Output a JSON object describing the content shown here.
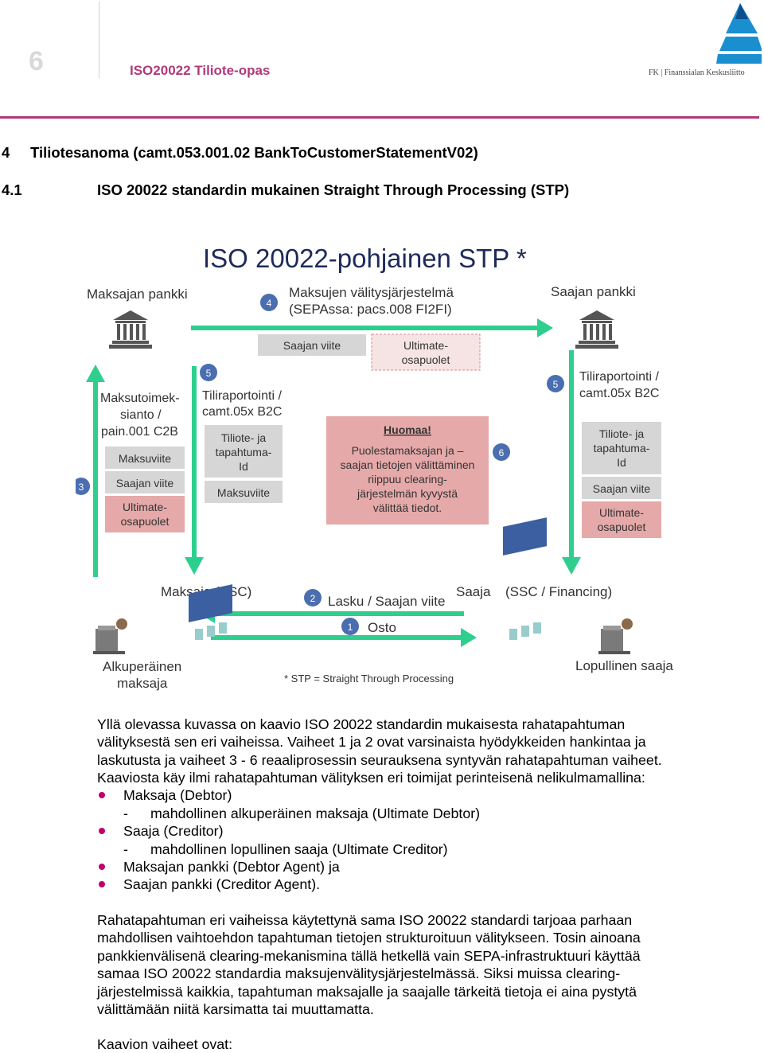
{
  "header": {
    "page_number": "6",
    "doc_title": "ISO20022 Tiliote-opas",
    "logo_text": "FK | Finanssialan Keskusliitto"
  },
  "headings": {
    "h1_num": "4",
    "h1_text": "Tiliotesanoma (camt.053.001.02 BankToCustomerStatementV02)",
    "h2_num": "4.1",
    "h2_text": "ISO 20022 standardin mukainen Straight Through Processing (STP)"
  },
  "diagram": {
    "title": "ISO 20022-pohjainen STP *",
    "payer_bank": "Maksajan pankki",
    "clearing_l1": "Maksujen välitysjärjestelmä",
    "clearing_l2": "(SEPAssa: pacs.008 FI2FI)",
    "payee_bank": "Saajan pankki",
    "tag_saajan_viite": "Saajan viite",
    "tag_ultimate_l1": "Ultimate-",
    "tag_ultimate_l2": "osapuolet",
    "left_title_l1": "Maksutoimek-",
    "left_title_l2": "sianto /",
    "left_title_l3": "pain.001 C2B",
    "box_maksuviite": "Maksuviite",
    "box_saajan_viite": "Saajan viite",
    "box_ultimate_l1": "Ultimate-",
    "box_ultimate_l2": "osapuolet",
    "mid_title_l1": "Tiliraportointi /",
    "mid_title_l2": "camt.05x B2C",
    "box_tiliote_l1": "Tiliote- ja",
    "box_tiliote_l2": "tapahtuma-",
    "box_tiliote_l3": "Id",
    "box_maksuviite2": "Maksuviite",
    "note_title": "Huomaa!",
    "note_l1": "Puolestamaksajan ja –",
    "note_l2": "saajan tietojen välittäminen",
    "note_l3": "riippuu clearing-",
    "note_l4": "järjestelmän kyvystä",
    "note_l5": "välittää tiedot.",
    "right_title_l1": "Tiliraportointi /",
    "right_title_l2": "camt.05x B2C",
    "rbox_tiliote_l1": "Tiliote- ja",
    "rbox_tiliote_l2": "tapahtuma-",
    "rbox_tiliote_l3": "Id",
    "rbox_saajan_viite": "Saajan viite",
    "rbox_ultimate_l1": "Ultimate-",
    "rbox_ultimate_l2": "osapuolet",
    "payer_ssc": "Maksaja (SSC)",
    "lasku": "Lasku / Saajan viite",
    "saaja": "Saaja",
    "saaja_ssc": "(SSC / Financing)",
    "osto": "Osto",
    "orig_payer_l1": "Alkuperäinen",
    "orig_payer_l2": "maksaja",
    "final_payee": "Lopullinen saaja",
    "footnote": "* STP = Straight Through Processing",
    "step1": "1",
    "step2": "2",
    "step3": "3",
    "step4": "4",
    "step5": "5",
    "step6": "6",
    "colors": {
      "arrow": "#2ecf8e",
      "step_circle": "#4a6eb0",
      "red_box": "#e6a9a9",
      "grey_box": "#d6d6d6"
    }
  },
  "body": {
    "p1_l1": "Yllä olevassa kuvassa on kaavio ISO 20022 standardin mukaisesta rahatapahtuman",
    "p1_l2": "välityksestä sen eri vaiheissa. Vaiheet 1 ja 2 ovat varsinaista hyödykkeiden hankintaa ja",
    "p1_l3": "laskutusta ja vaiheet 3 - 6 reaaliprosessin seurauksena syntyvän rahatapahtuman vaiheet.",
    "p1_l4": "Kaaviosta käy ilmi rahatapahtuman välityksen eri toimijat perinteisenä nelikulmamallina:",
    "b1": "Maksaja (Debtor)",
    "b1_sub_dash": "-",
    "b1_sub": "mahdollinen alkuperäinen maksaja (Ultimate Debtor)",
    "b2": "Saaja (Creditor)",
    "b2_sub_dash": "-",
    "b2_sub": "mahdollinen lopullinen saaja (Ultimate Creditor)",
    "b3": "Maksajan pankki (Debtor Agent) ja",
    "b4": "Saajan pankki (Creditor Agent).",
    "p2_l1": "Rahatapahtuman eri vaiheissa käytettynä sama ISO 20022 standardi tarjoaa parhaan",
    "p2_l2": "mahdollisen vaihtoehdon tapahtuman tietojen strukturoituun välitykseen.  Tosin ainoana",
    "p2_l3": "pankkienvälisenä clearing-mekanismina tällä hetkellä vain SEPA-infrastruktuuri käyttää",
    "p2_l4": "samaa ISO 20022 standardia maksujenvälitysjärjestelmässä. Siksi muissa clearing-",
    "p2_l5": "järjestelmissä kaikkia, tapahtuman maksajalle ja saajalle tärkeitä tietoja ei aina pystytä",
    "p2_l6": "välittämään niitä karsimatta tai muuttamatta.",
    "p3": "Kaavion vaiheet ovat:"
  }
}
